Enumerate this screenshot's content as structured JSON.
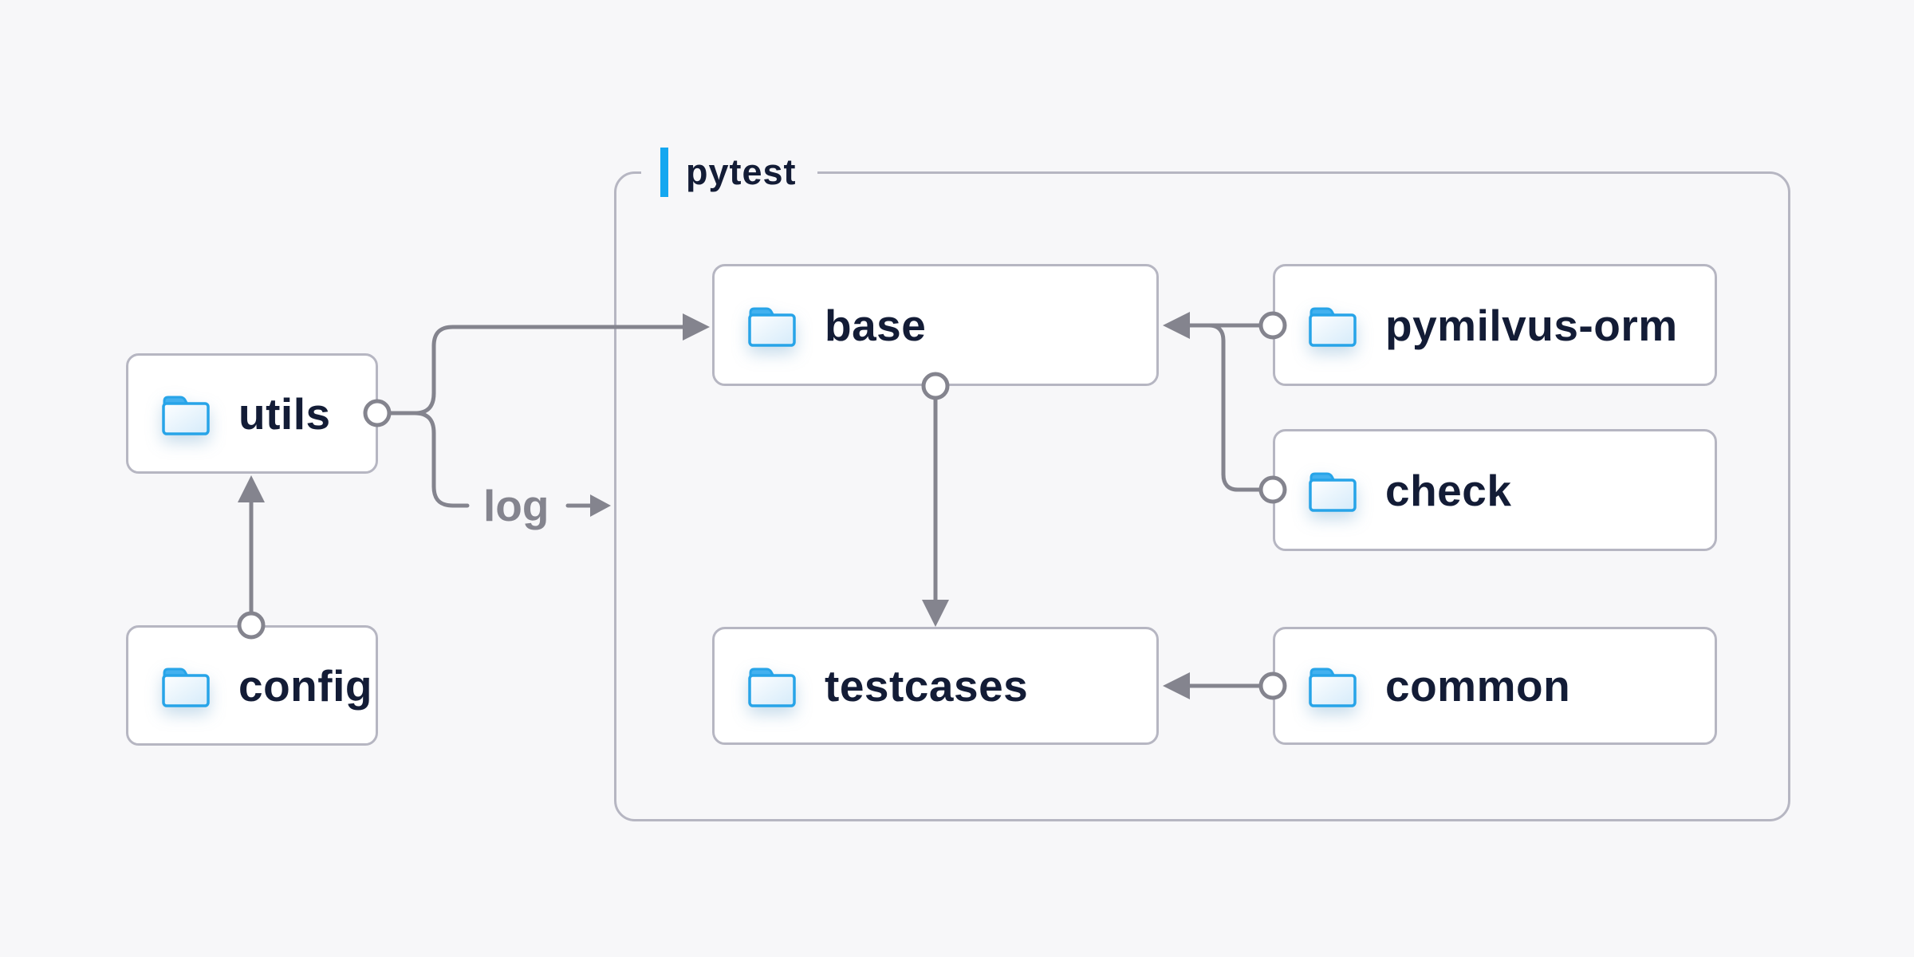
{
  "colors": {
    "bg": "#f7f7f9",
    "box-border": "#b6b6c2",
    "line": "#84848e",
    "ink": "#131c36",
    "muted": "#84848e",
    "accent-blue": "#14a7f0",
    "node-bg": "#ffffff",
    "folder-stroke": "#27a4e8",
    "folder-tab": "#43b1ef"
  },
  "container": {
    "label": "pytest"
  },
  "nodes": {
    "utils": {
      "label": "utils"
    },
    "config": {
      "label": "config"
    },
    "base": {
      "label": "base"
    },
    "pymilvus_orm": {
      "label": "pymilvus-orm"
    },
    "check": {
      "label": "check"
    },
    "testcases": {
      "label": "testcases"
    },
    "common": {
      "label": "common"
    }
  },
  "edges": {
    "log_label": "log",
    "list": [
      {
        "from": "config",
        "to": "utils"
      },
      {
        "from": "utils",
        "to": "base"
      },
      {
        "from": "utils",
        "to": "log"
      },
      {
        "from": "pymilvus-orm",
        "to": "base"
      },
      {
        "from": "check",
        "to": "base"
      },
      {
        "from": "base",
        "to": "testcases"
      },
      {
        "from": "common",
        "to": "testcases"
      }
    ]
  }
}
